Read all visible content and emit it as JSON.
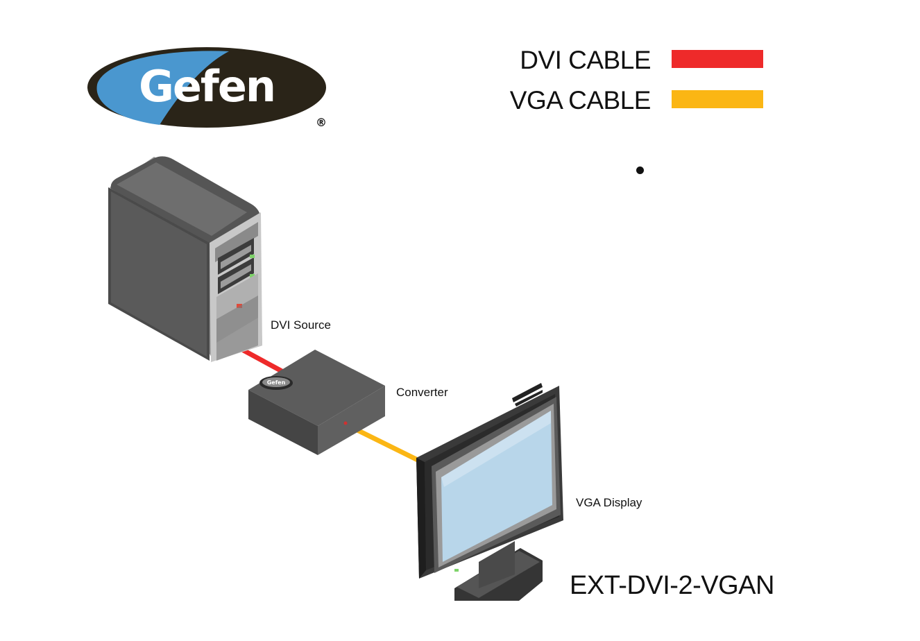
{
  "logo": {
    "brand": "Gefen",
    "registered": "®",
    "colors": {
      "ellipse_dark": "#2a2418",
      "ellipse_blue": "#4a97cf"
    }
  },
  "legend": [
    {
      "label": "DVI CABLE",
      "color": "#ee2a2a"
    },
    {
      "label": "VGA CABLE",
      "color": "#fbb614"
    }
  ],
  "devices": {
    "source": {
      "label": "DVI Source",
      "icon": "computer-tower-icon"
    },
    "converter": {
      "label": "Converter",
      "icon": "converter-box-icon",
      "badge": "Gefen"
    },
    "display": {
      "label": "VGA Display",
      "icon": "monitor-icon"
    }
  },
  "cables": {
    "dvi": {
      "color": "#ee2a2a"
    },
    "vga": {
      "color": "#fbb614"
    }
  },
  "model": "EXT-DVI-2-VGAN"
}
